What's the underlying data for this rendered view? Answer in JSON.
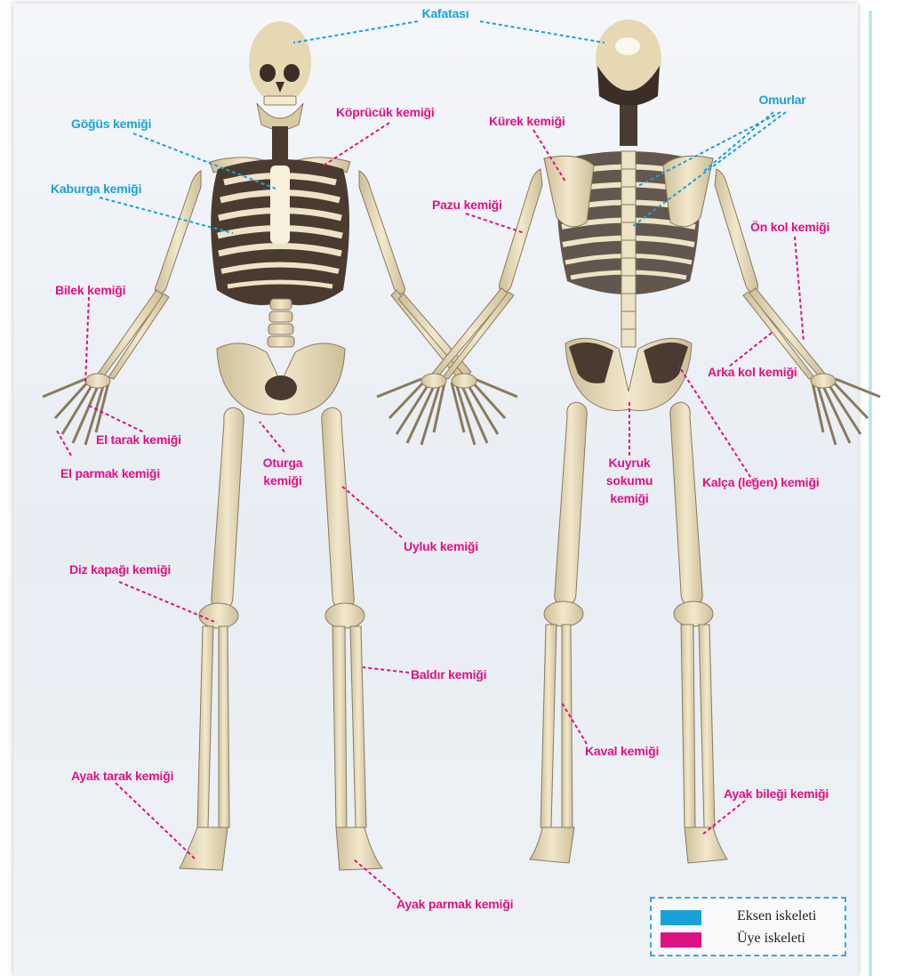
{
  "colors": {
    "axial": "#19a2d8",
    "appendicular": "#e01182",
    "bone": "#e9dcb8",
    "bone_shadow": "#5a4a3c"
  },
  "labels": {
    "kafatasi": "Kafatası",
    "omurlar": "Omurlar",
    "gogus": "Göğüs kemiği",
    "kaburga": "Kaburga kemiği",
    "koprucuk": "Köprücük kemiği",
    "kurek": "Kürek kemiği",
    "pazu": "Pazu kemiği",
    "on_kol": "Ön kol kemiği",
    "bilek": "Bilek kemiği",
    "arka_kol": "Arka kol kemiği",
    "el_tarak": "El tarak kemiği",
    "el_parmak": "El parmak kemiği",
    "oturga_1": "Oturga",
    "oturga_2": "kemiği",
    "kuyruk_1": "Kuyruk",
    "kuyruk_2": "sokumu",
    "kuyruk_3": "kemiği",
    "kalca": "Kalça (leğen) kemiği",
    "uyluk": "Uyluk kemiği",
    "diz": "Diz kapağı kemiği",
    "baldir": "Baldır kemiği",
    "kaval": "Kaval kemiği",
    "ayak_tarak": "Ayak tarak kemiği",
    "ayak_bilegi": "Ayak bileği kemiği",
    "ayak_parmak": "Ayak parmak kemiği"
  },
  "legend": {
    "axial_label": "Eksen iskeleti",
    "appendicular_label": "Üye iskeleti"
  }
}
